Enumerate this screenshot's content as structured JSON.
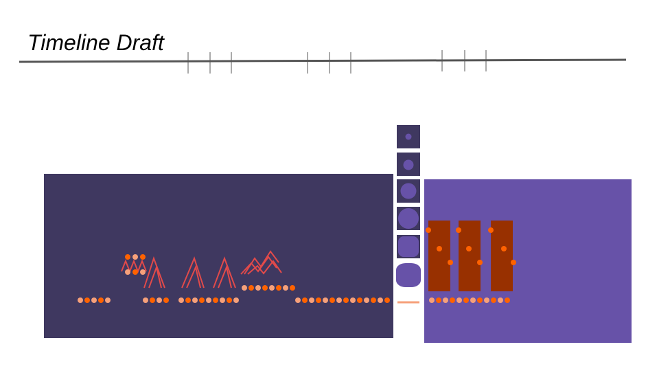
{
  "slide": {
    "title": "Timeline Draft"
  },
  "colors": {
    "timeline_line": "#555555",
    "tick": "#555555",
    "left_panel": "#3f3860",
    "right_panel": "#6752a8",
    "square_bg": "#3f3860",
    "square_dot": "#6752a8",
    "dot_dark": "#ff6200",
    "dot_light": "#f6a07a",
    "zigzag": "#e24a4a",
    "bar": "#983000",
    "connector": "#f6a07a"
  },
  "icons": {
    "zigzag_shapes": "chevron-zigzag",
    "growing_squares": "circle-in-square"
  }
}
